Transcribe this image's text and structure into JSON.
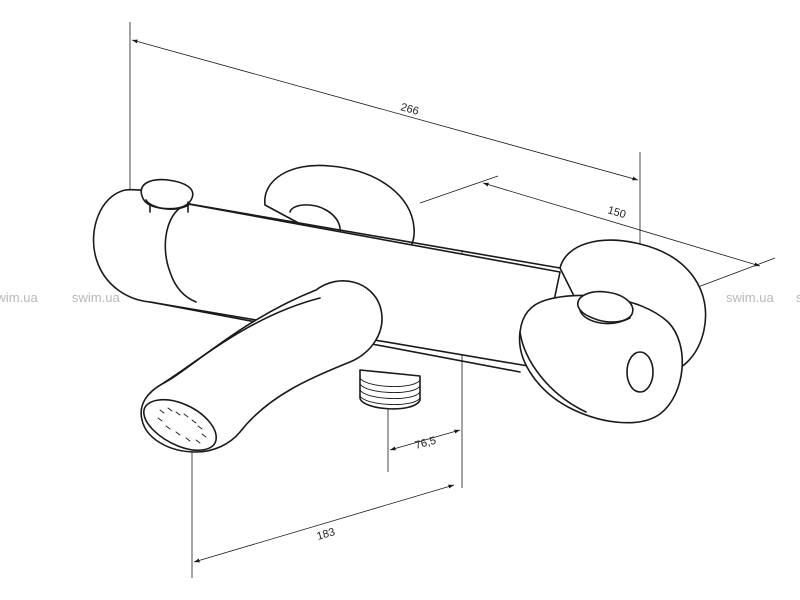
{
  "dimensions": {
    "overall_length": "266",
    "depth": "150",
    "outlet_height": "76,5",
    "spout_reach": "183"
  },
  "watermark": {
    "text": "swim.ua",
    "color": "#b8b8b8"
  },
  "colors": {
    "line": "#1a1a1a",
    "background": "#ffffff"
  }
}
